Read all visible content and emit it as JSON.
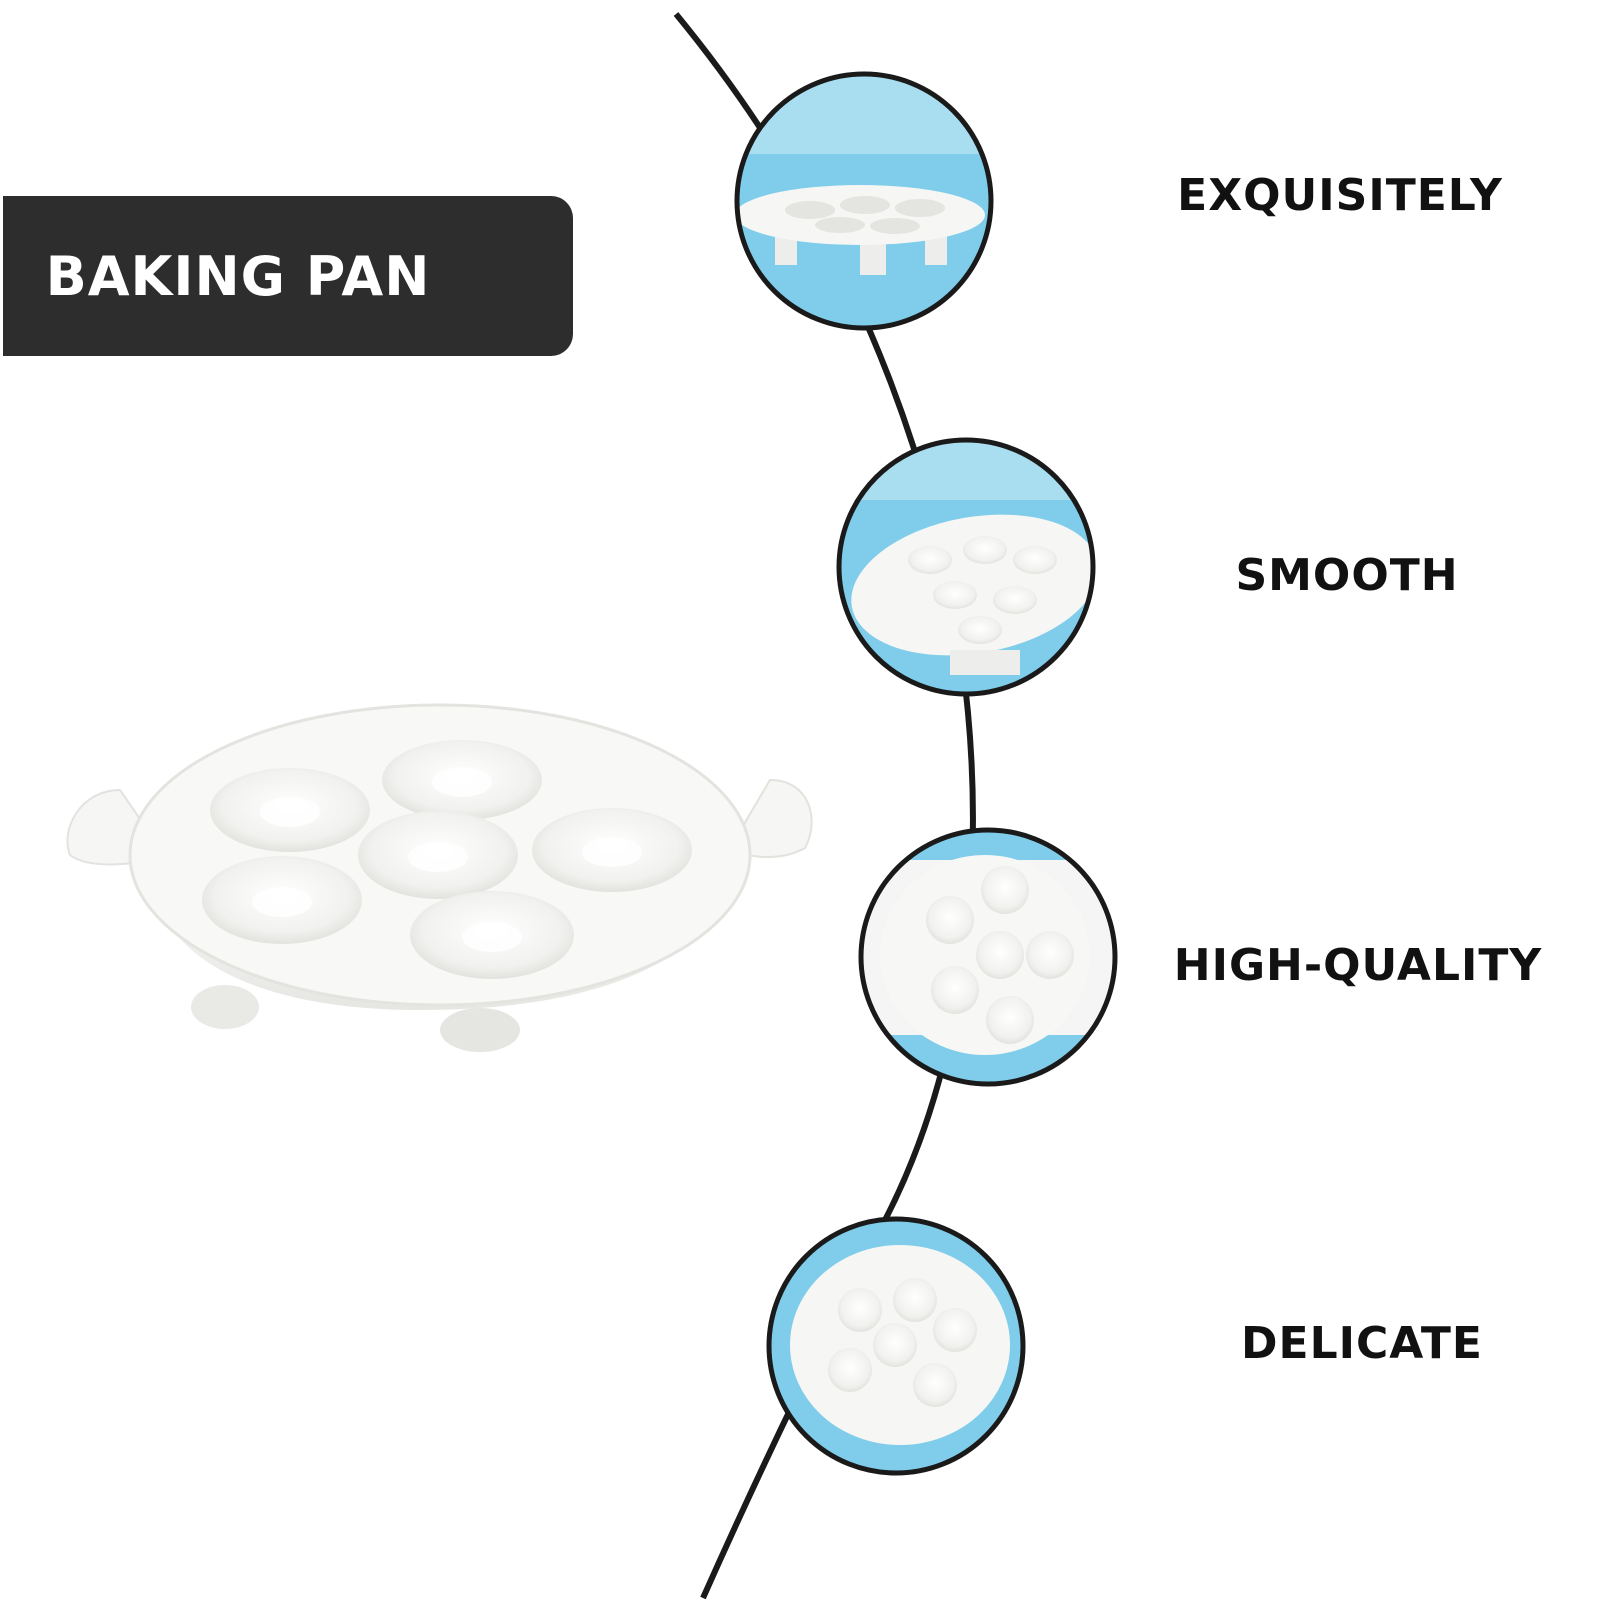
{
  "banner": {
    "label": "BAKING PAN"
  },
  "features": [
    {
      "label": "EXQUISITELY"
    },
    {
      "label": "SMOOTH"
    },
    {
      "label": "HIGH-QUALITY"
    },
    {
      "label": "DELICATE"
    }
  ],
  "colors": {
    "background": "#ffffff",
    "banner_bg": "#2d2d2d",
    "banner_text": "#ffffff",
    "curve": "#1a1a1a",
    "circle_fill": "#7fcdea",
    "ceramic": "#f3f3f1",
    "label_text": "#111111"
  }
}
